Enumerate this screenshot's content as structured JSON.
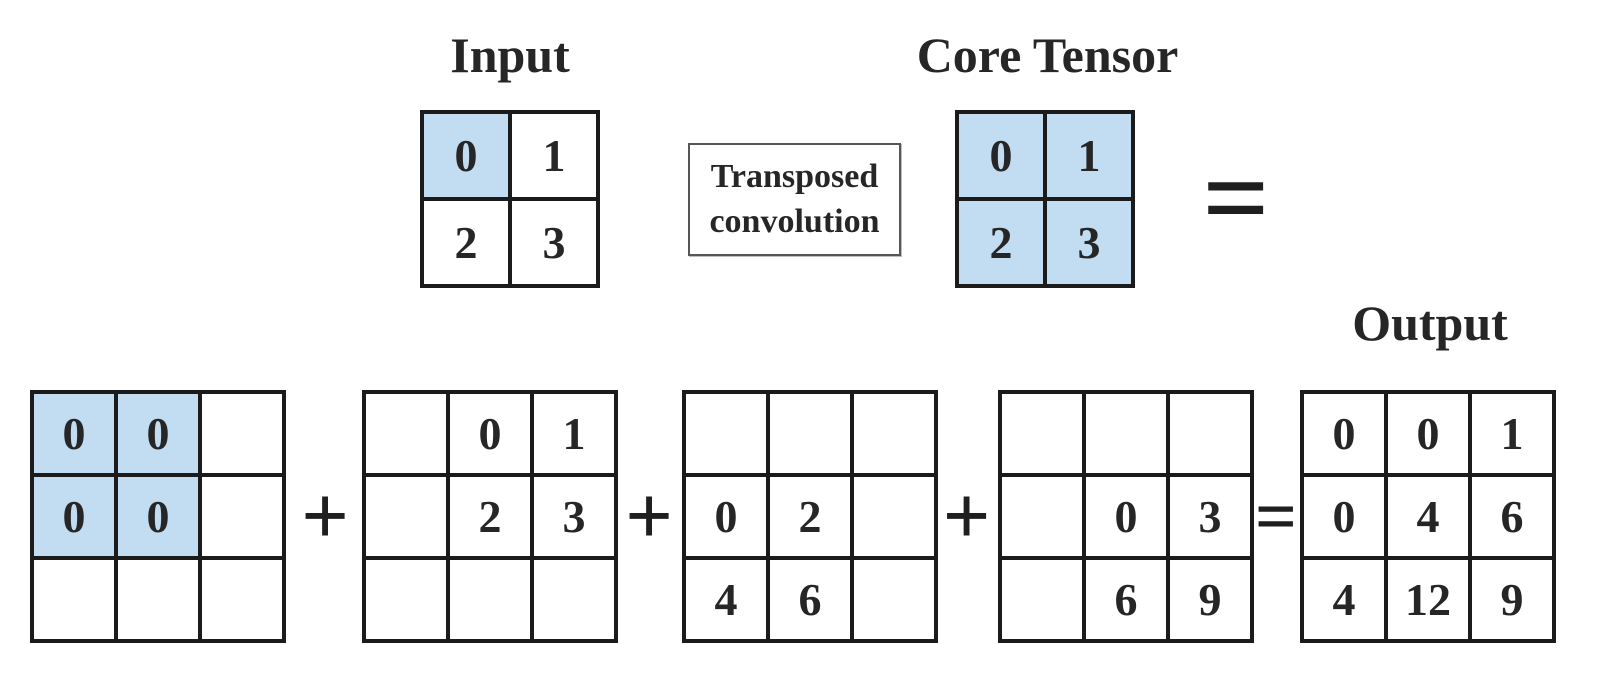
{
  "labels": {
    "input": "Input",
    "core_tensor": "Core Tensor",
    "output": "Output"
  },
  "operator_box": {
    "line1": "Transposed",
    "line2": "convolution"
  },
  "operators": {
    "equals_top": "=",
    "plus1": "+",
    "plus2": "+",
    "plus3": "+",
    "equals_bottom": "="
  },
  "colors": {
    "highlight": "#c2dcf1",
    "border": "#1b1b1b",
    "text": "#262626"
  },
  "matrices": {
    "input": {
      "rows": [
        [
          "0",
          "1"
        ],
        [
          "2",
          "3"
        ]
      ],
      "highlight": [
        [
          true,
          false
        ],
        [
          false,
          false
        ]
      ]
    },
    "core": {
      "rows": [
        [
          "0",
          "1"
        ],
        [
          "2",
          "3"
        ]
      ],
      "highlight": [
        [
          true,
          true
        ],
        [
          true,
          true
        ]
      ]
    },
    "term1": {
      "rows": [
        [
          "0",
          "0",
          ""
        ],
        [
          "0",
          "0",
          ""
        ],
        [
          "",
          "",
          ""
        ]
      ],
      "highlight": [
        [
          true,
          true,
          false
        ],
        [
          true,
          true,
          false
        ],
        [
          false,
          false,
          false
        ]
      ]
    },
    "term2": {
      "rows": [
        [
          "",
          "0",
          "1"
        ],
        [
          "",
          "2",
          "3"
        ],
        [
          "",
          "",
          ""
        ]
      ],
      "highlight": [
        [
          false,
          false,
          false
        ],
        [
          false,
          false,
          false
        ],
        [
          false,
          false,
          false
        ]
      ]
    },
    "term3": {
      "rows": [
        [
          "",
          "",
          ""
        ],
        [
          "0",
          "2",
          ""
        ],
        [
          "4",
          "6",
          ""
        ]
      ],
      "highlight": [
        [
          false,
          false,
          false
        ],
        [
          false,
          false,
          false
        ],
        [
          false,
          false,
          false
        ]
      ]
    },
    "term4": {
      "rows": [
        [
          "",
          "",
          ""
        ],
        [
          "",
          "0",
          "3"
        ],
        [
          "",
          "6",
          "9"
        ]
      ],
      "highlight": [
        [
          false,
          false,
          false
        ],
        [
          false,
          false,
          false
        ],
        [
          false,
          false,
          false
        ]
      ]
    },
    "output": {
      "rows": [
        [
          "0",
          "0",
          "1"
        ],
        [
          "0",
          "4",
          "6"
        ],
        [
          "4",
          "12",
          "9"
        ]
      ],
      "highlight": [
        [
          false,
          false,
          false
        ],
        [
          false,
          false,
          false
        ],
        [
          false,
          false,
          false
        ]
      ]
    }
  }
}
